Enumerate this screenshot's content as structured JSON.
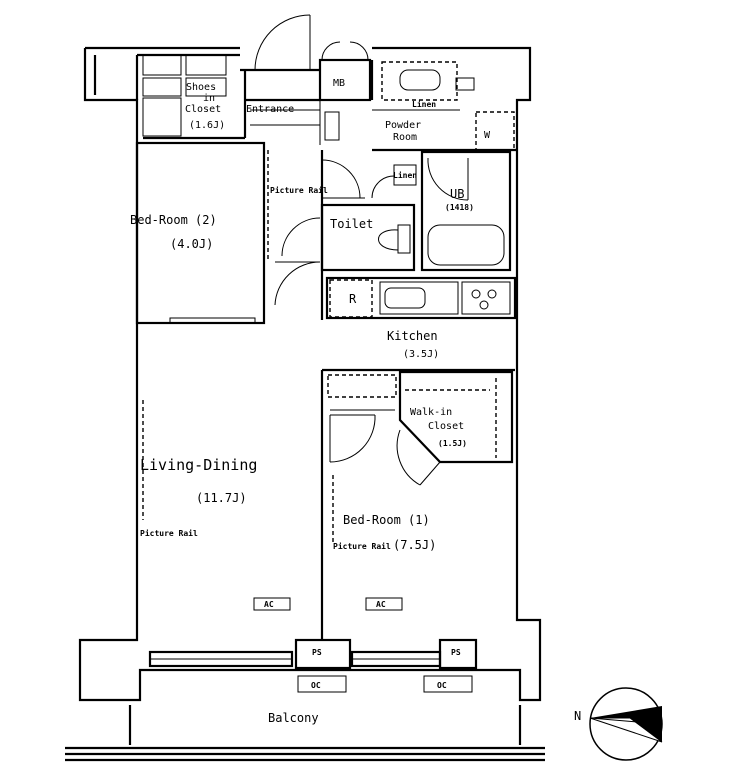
{
  "rooms": {
    "shoes_closet": {
      "line1": "Shoes",
      "line2": "in",
      "line3": "Closet",
      "size": "(1.6J)"
    },
    "entrance": {
      "label": "Entrance"
    },
    "mb": {
      "label": "MB"
    },
    "powder_room": {
      "line1": "Powder",
      "line2": "Room"
    },
    "wm": {
      "label": "W"
    },
    "ub": {
      "label": "UB",
      "size": "(1418)"
    },
    "toilet": {
      "label": "Toilet"
    },
    "bedroom2": {
      "label": "Bed-Room (2)",
      "size": "(4.0J)"
    },
    "refrigerator": {
      "label": "R"
    },
    "kitchen": {
      "label": "Kitchen",
      "size": "(3.5J)"
    },
    "walkin_closet": {
      "line1": "Walk-in",
      "line2": "Closet",
      "size": "(1.5J)"
    },
    "living_dining": {
      "label": "Living-Dining",
      "size": "(11.7J)"
    },
    "bedroom1": {
      "label": "Bed-Room (1)",
      "size": "(7.5J)"
    },
    "balcony": {
      "label": "Balcony"
    }
  },
  "annotations": {
    "picture_rail": "Picture Rail",
    "linen": "Linen",
    "ps": "PS",
    "ac": "AC",
    "oc": "OC"
  },
  "compass": {
    "north": "N"
  }
}
